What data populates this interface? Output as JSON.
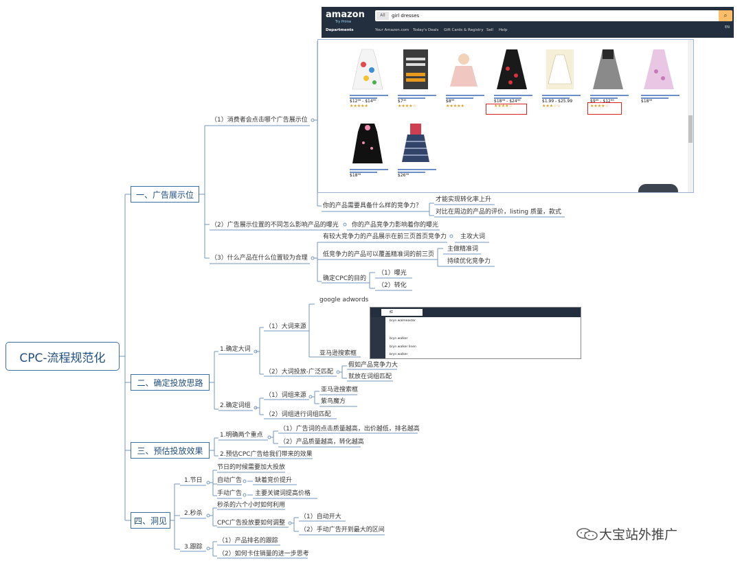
{
  "root": "CPC-流程规范化",
  "branches": [
    {
      "label": "一、广告展示位",
      "items": {
        "q1": "（1）消费者会点击哪个广告展示位",
        "competitiveness_q": "你的产品需要具备什么样的竞争力？",
        "competitiveness_a1": "才能实现转化率上升",
        "competitiveness_a2": "对比在周边的产品的评价，listing 质量，款式",
        "q2": "（2）广告展示位置的不同怎么影响产品的曝光",
        "q2_a": "你的产品竞争力影响着你的曝光",
        "q3": "（3）什么产品在什么位置较为合理",
        "q3_a1": "有较大竞争力的产品展示在前三页首页竞争力",
        "q3_a1_b": "主攻大词",
        "q3_a2": "低竞争力的产品可以覆盖精准词的前三页",
        "q3_a2_b1": "主做精准词",
        "q3_a2_b2": "持续优化竞争力",
        "q3_a3": "确定CPC的目的",
        "q3_a3_b1": "（1）曝光",
        "q3_a3_b2": "（2）转化"
      }
    },
    {
      "label": "二、确定投放思路",
      "items": {
        "s1": "1.确定大词",
        "s1_q1": "（1）大词来源",
        "s1_q1_a1": "google adwords",
        "s1_q1_a2": "亚马逊搜索框",
        "s1_q2": "（2）大词投放-广泛匹配",
        "s1_q2_a1": "假如产品竞争力大",
        "s1_q2_a2": "就放在词组匹配",
        "s2": "2.确定词组",
        "s2_q1": "（1）词组来源",
        "s2_q1_a1": "亚马逊搜索框",
        "s2_q1_a2": "紫鸟魔方",
        "s2_q2": "（2）词组进行词组匹配"
      }
    },
    {
      "label": "三、预估投放效果",
      "items": {
        "s1": "1.明确两个重点",
        "s1_a1": "（1）广告词的点击质量越高，出价越低，排名越高",
        "s1_a2": "（2）产品质量越高，转化越高",
        "s2": "2.预估CPC广告给我们带来的效果"
      }
    },
    {
      "label": "四、洞见",
      "items": {
        "s1": "1.节日",
        "s1_a0": "节日的时候需要加大投放",
        "s1_a1": "自动广告",
        "s1_a1_b": "缺着竞价提升",
        "s1_a2": "手动广告",
        "s1_a2_b": "主要关键词提高价格",
        "s2": "2.秒杀",
        "s2_a0": "秒杀的六个小时如何利用",
        "s2_a1": "CPC广告投放要如何调整",
        "s2_a1_b1": "（1）自动开大",
        "s2_a1_b2": "（2）手动广告开到最大的区间",
        "s3": "3.跟踪",
        "s3_a1": "（1）产品排名的跟踪",
        "s3_a2": "（2）如何卡住销量的进一步思考"
      }
    }
  ],
  "amazon": {
    "logo": "amazon",
    "logo_sub": "Try Prime",
    "search_scope": "All",
    "search_query": "girl dresses",
    "nav": [
      "Departments",
      "Your Amazon.com",
      "Today's Deals",
      "Gift Cards & Registry",
      "Sell",
      "Help"
    ],
    "lang": "EN",
    "prices": [
      "$12⁹⁹ - $14⁹⁹",
      "$7⁴⁵",
      "$8⁹⁹",
      "$18⁹⁹ - $24⁹⁹",
      "$1.99 - $25.99",
      "$9⁹⁹ - $12⁹⁹",
      "$18⁹⁹",
      "$18⁹⁹",
      "$26⁹⁹"
    ]
  },
  "search_suggest": {
    "query": "红",
    "items": [
      "bryn walmeaster",
      "bryn walker",
      "bryn walker linen",
      "bryn walker"
    ]
  },
  "watermark": "大宝站外推广",
  "colors": {
    "line": "#4f7fb3",
    "box": "#3a6ea5",
    "text": "#333333"
  }
}
